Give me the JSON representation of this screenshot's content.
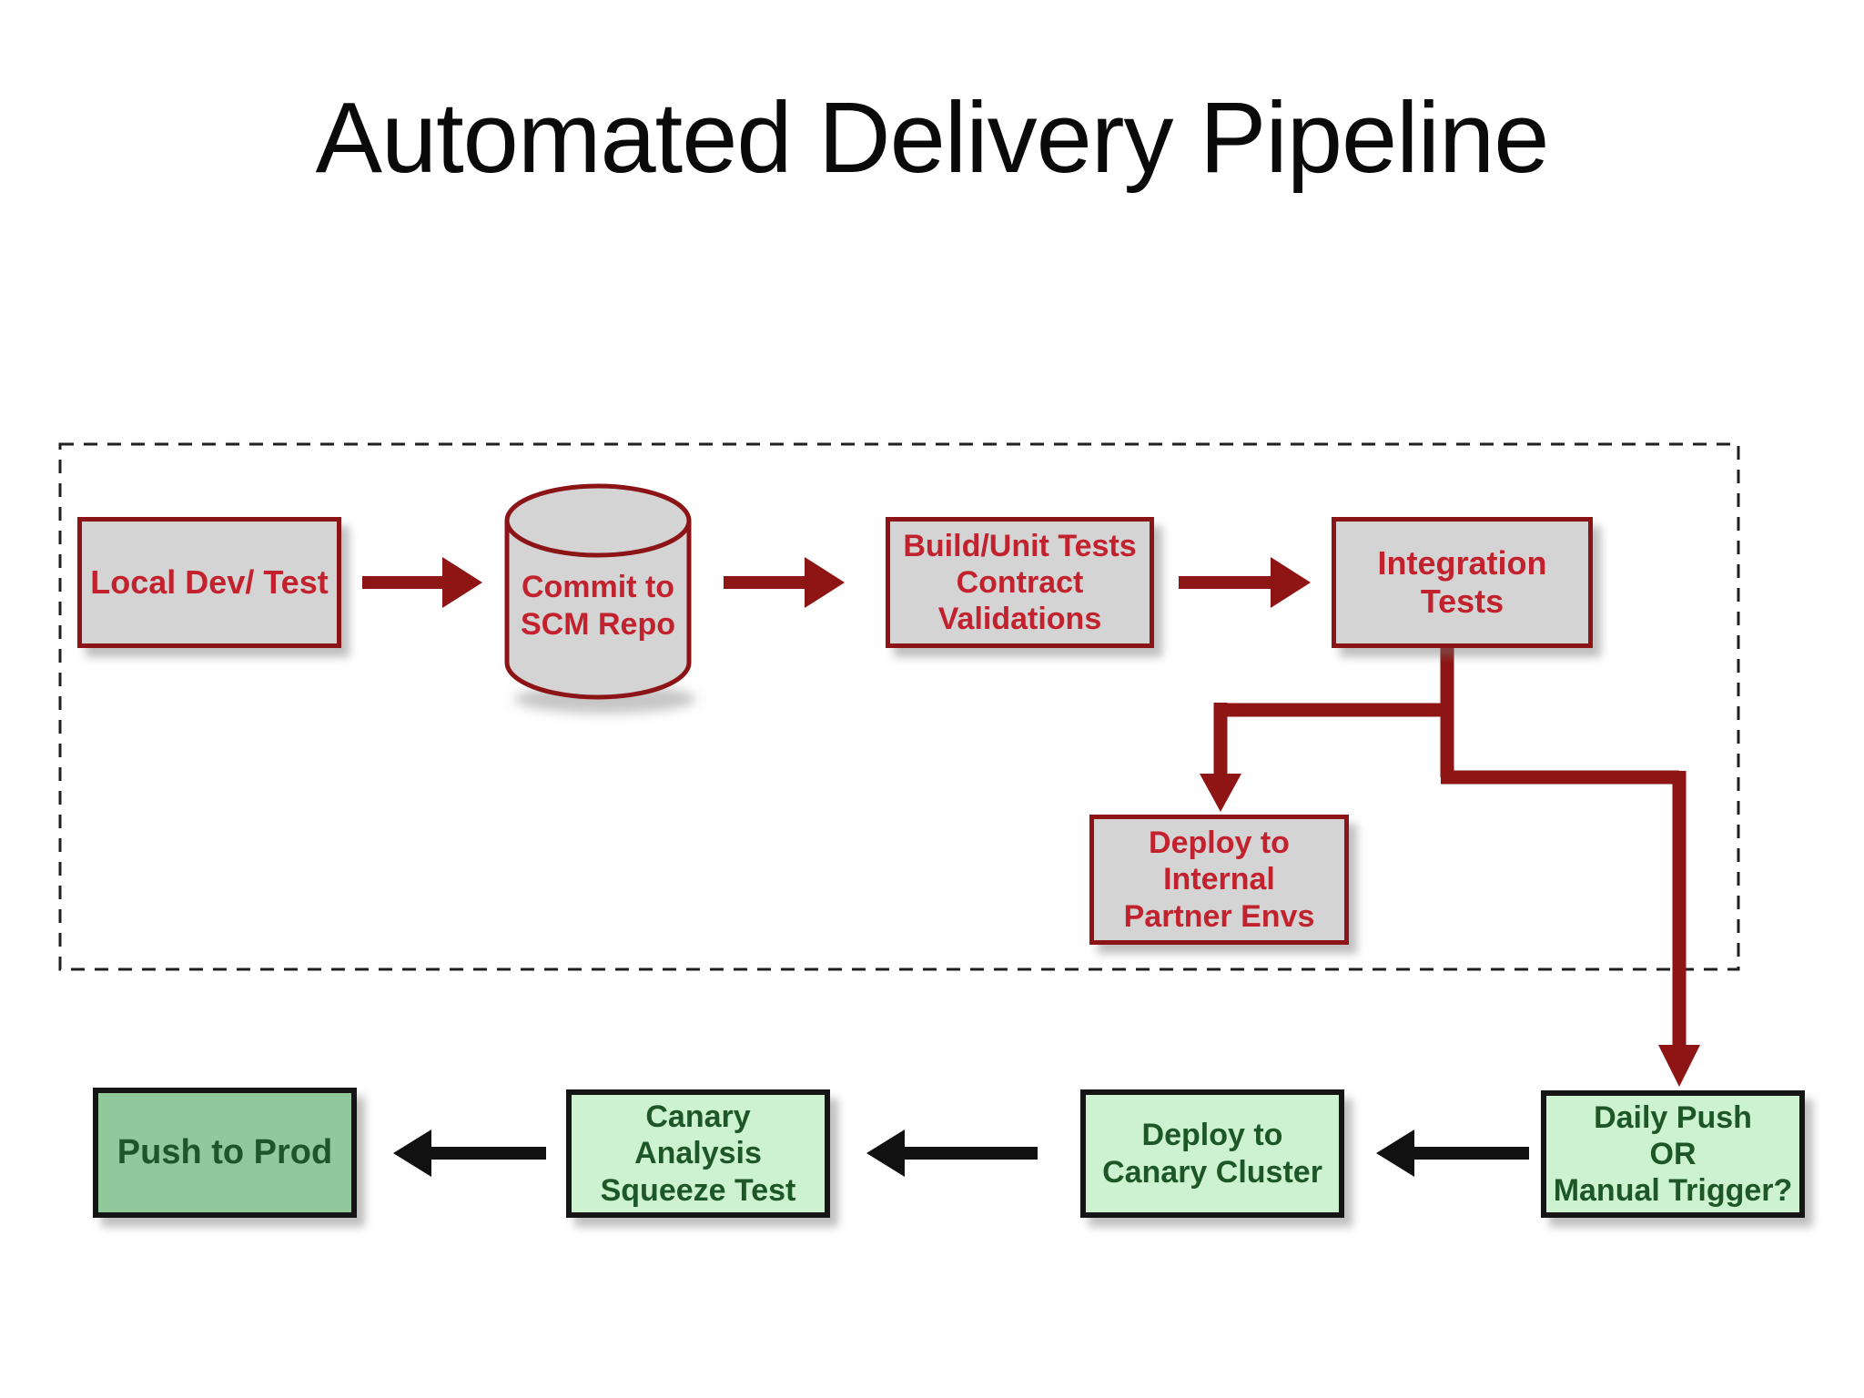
{
  "title": "Automated Delivery Pipeline",
  "colors": {
    "stage_box_fill": "#d4d4d4",
    "stage_box_border": "#8c1417",
    "stage_text_red": "#c2222d",
    "connector_dark_red": "#8e1514",
    "release_box_fill": "#cdf2cf",
    "prod_box_fill": "#90ca9b",
    "release_box_border": "#151515",
    "release_text_green": "#1d5727",
    "arrow_black": "#111111",
    "boundary_dash": "#1f1f1f"
  },
  "ci_pipeline": {
    "local_dev": {
      "label": "Local Dev/ Test"
    },
    "scm_repo": {
      "label": "Commit to\nSCM Repo"
    },
    "build_unit": {
      "label": "Build/Unit Tests\nContract\nValidations"
    },
    "integration": {
      "label": "Integration\nTests"
    },
    "partner_envs": {
      "label": "Deploy to\nInternal\nPartner Envs"
    }
  },
  "release_pipeline": {
    "daily_push": {
      "label": "Daily Push\nOR\nManual Trigger?"
    },
    "deploy_canary": {
      "label": "Deploy to\nCanary Cluster"
    },
    "canary_analysis": {
      "label": "Canary\nAnalysis\nSqueeze Test"
    },
    "push_prod": {
      "label": "Push to Prod"
    }
  },
  "edges": [
    "local_dev -> scm_repo",
    "scm_repo -> build_unit",
    "build_unit -> integration",
    "integration -> partner_envs",
    "integration -> daily_push",
    "daily_push -> deploy_canary",
    "deploy_canary -> canary_analysis",
    "canary_analysis -> push_prod"
  ]
}
